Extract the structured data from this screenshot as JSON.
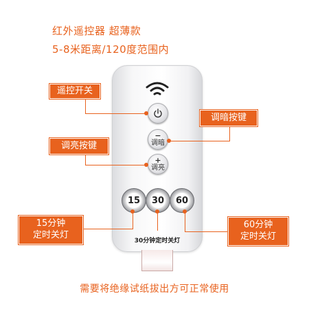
{
  "header": {
    "line1": "红外遥控器 超薄款",
    "line2": "5-8米距离/120度范围内"
  },
  "remote": {
    "dim_label": "调暗",
    "dim_symbol": "−",
    "bright_label": "调亮",
    "bright_symbol": "+",
    "timer_15": "15",
    "timer_30": "30",
    "timer_60": "60",
    "timer_30_label": "30分钟定时关灯"
  },
  "callouts": {
    "power": "遥控开关",
    "dim": "调暗按键",
    "bright": "调亮按键",
    "timer_15_line1": "15分钟",
    "timer_15_line2": "定时关灯",
    "timer_60_line1": "60分钟",
    "timer_60_line2": "定时关灯"
  },
  "footer": "需要将绝缘试纸拔出方可正常使用",
  "colors": {
    "accent": "#e8621e",
    "remote_body": "#f4f4f6"
  },
  "icons": [
    "wifi-signal-icon",
    "power-icon"
  ]
}
